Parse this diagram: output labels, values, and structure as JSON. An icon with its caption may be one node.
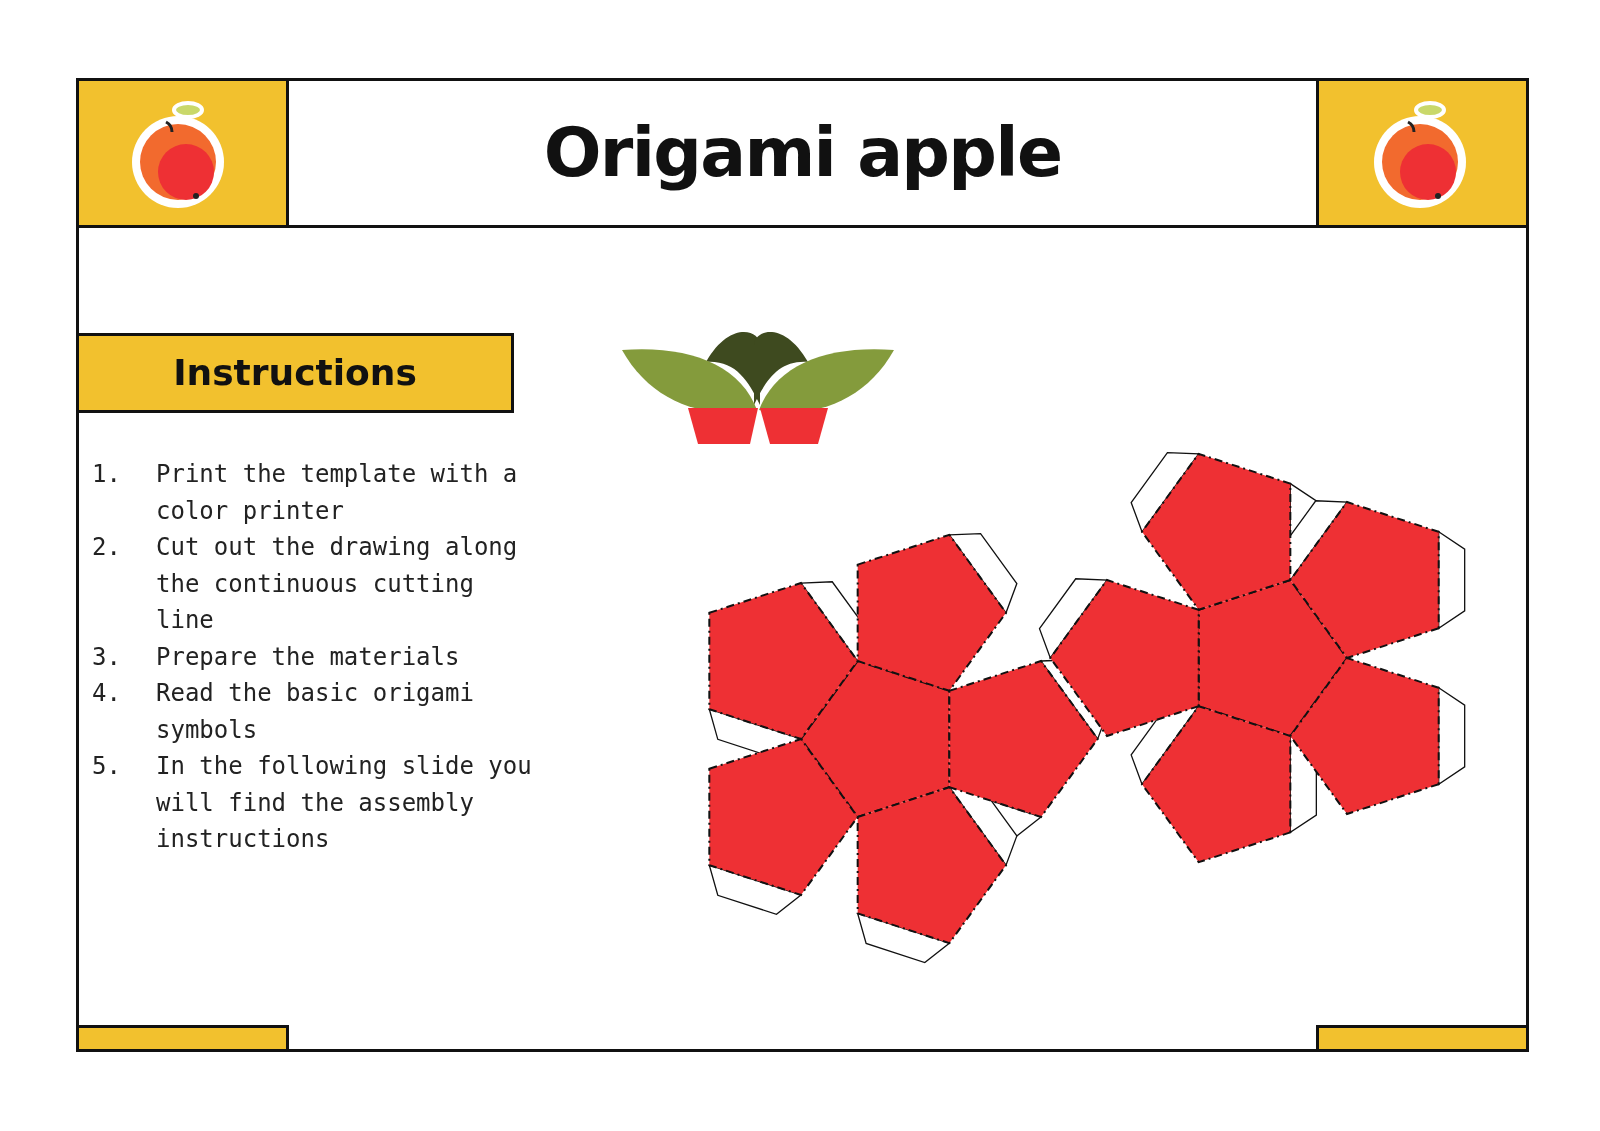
{
  "diagram": {
    "title": "Origami apple",
    "nodes": [
      {
        "text": [
          "Instructions"
        ]
      }
    ],
    "labels": [
      "1.",
      "Print the template with a color printer",
      "2.",
      "Cut out the drawing along the continuous cutting line",
      "3.",
      "Prepare the materials",
      "4.",
      "Read the basic origami symbols",
      "5.",
      "In the following slide you will find the assembly instructions"
    ]
  }
}
